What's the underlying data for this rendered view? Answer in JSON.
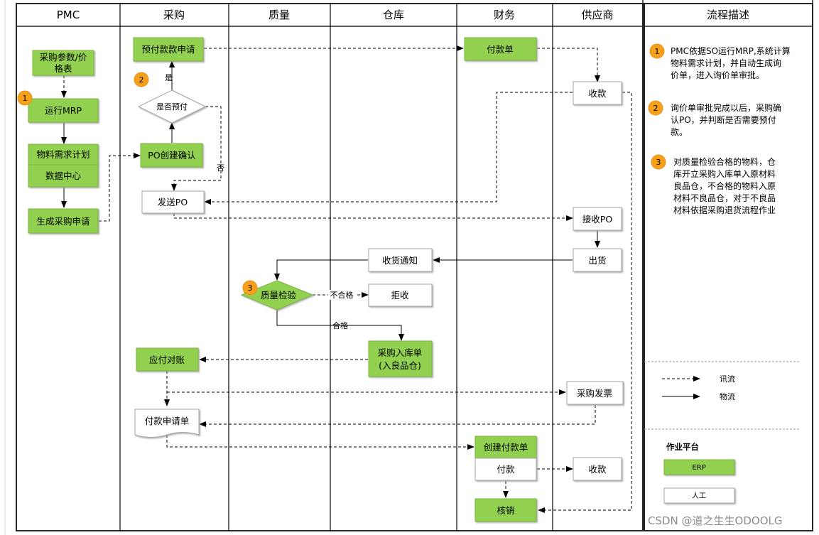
{
  "lanes": [
    "PMC",
    "采购",
    "质量",
    "仓库",
    "财务",
    "供应商"
  ],
  "description_header": "流程描述",
  "nodes": {
    "pmc_param": [
      "采购参数/价",
      "格表"
    ],
    "pmc_mrp": "运行MRP",
    "pmc_req_plan": "物料需求计划",
    "pmc_data_center": "数据中心",
    "pmc_purchase_req": "生成采购申请",
    "pur_prepay_req": "预付款款申请",
    "pur_is_prepay": "是否预付",
    "pur_po_confirm": "PO创建确认",
    "pur_send_po": "发送PO",
    "pur_ap_reconcile": "应付对账",
    "pur_pay_request": "付款申请单",
    "qc_inspect": "质量检验",
    "wh_receive_notice": "收货通知",
    "wh_reject": "拒收",
    "wh_inbound": [
      "采购入库单",
      "(入良品仓)"
    ],
    "fin_pay_order": "付款单",
    "fin_create_pay": "创建付款单",
    "fin_pay": "付款",
    "fin_writeoff": "核销",
    "sup_receipt_top": "收款",
    "sup_receive_po": "接收PO",
    "sup_ship": "出货",
    "sup_invoice": "采购发票",
    "sup_receipt_bottom": "收款"
  },
  "edge_labels": {
    "yes": "是",
    "no": "否",
    "fail": "不合格",
    "pass": "合格"
  },
  "step_badges": [
    "1",
    "2",
    "3"
  ],
  "descriptions": [
    {
      "num": "1",
      "lines": [
        "PMC依据SO运行MRP,系统计算",
        "物料需求计划，并自动生成询",
        "价单，进入询价单审批。"
      ]
    },
    {
      "num": "2",
      "lines": [
        "询价单审批完成以后，采购确",
        "认PO，并判断是否需要预付",
        "款。"
      ]
    },
    {
      "num": "3",
      "lines": [
        "对质量检验合格的物料，仓",
        "库开立采购入库单入原材料",
        "良品仓，不合格的物料入原",
        "材料不良品仓，对于不良品",
        "材料依据采购退货流程作业"
      ]
    }
  ],
  "legend": {
    "info_flow": "讯流",
    "material_flow": "物流",
    "platform_title": "作业平台",
    "erp": "ERP",
    "manual": "人工"
  },
  "watermark": "CSDN @道之生生ODOOLG",
  "colors": {
    "erp_fill": "#92d050",
    "manual_fill": "#ffffff",
    "badge_fill": "#f7a11a",
    "line": "#000000",
    "frame": "#262626",
    "lane_divider": "#000000",
    "watermark": "#999999"
  }
}
